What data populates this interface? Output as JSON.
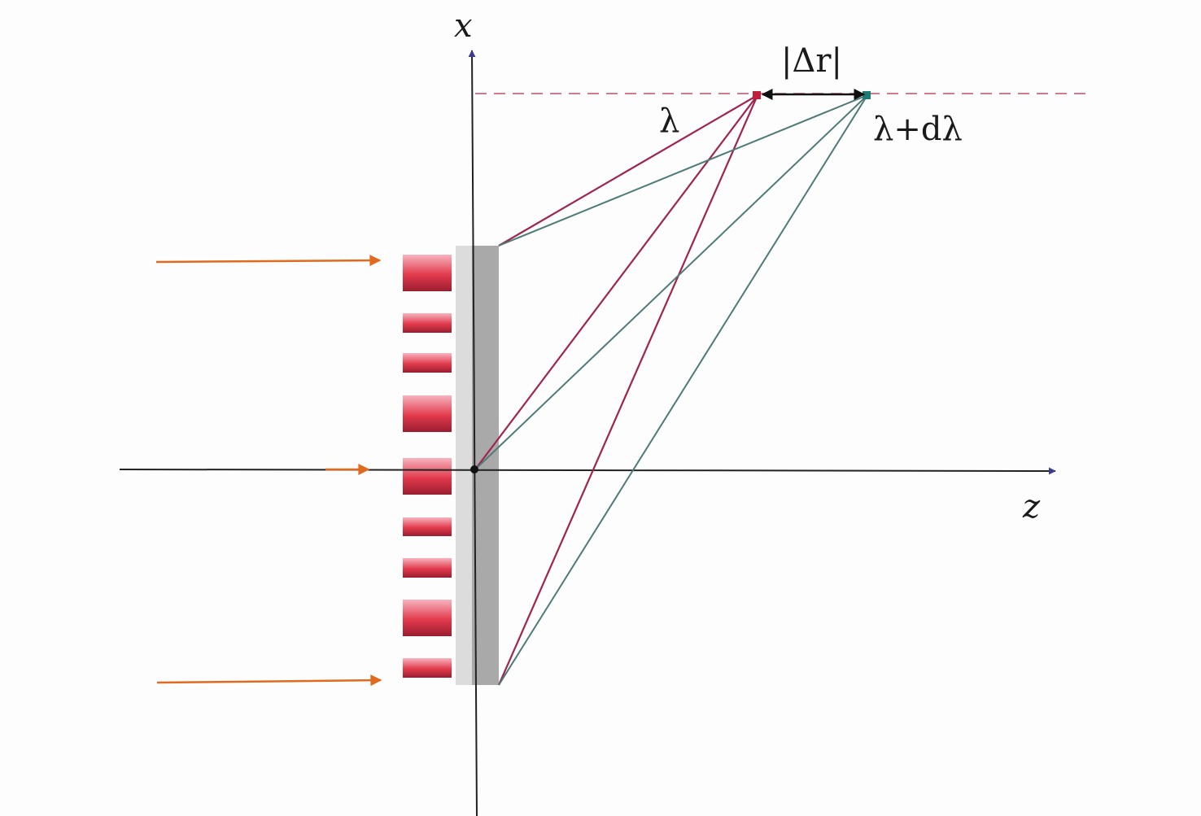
{
  "labels": {
    "x_axis": "x",
    "z_axis": "z",
    "lambda": "λ",
    "lambda_plus": "λ+dλ",
    "delta_r": "|Δr|"
  },
  "colors": {
    "axis": "#222222",
    "axis_arrow": "#3c3c8c",
    "red_ray": "#a0244c",
    "teal_ray": "#4e7b78",
    "orange_arrow": "#e06a1e",
    "dashed_line": "#c0506a",
    "plate_light": "#dcdcdc",
    "plate_dark": "#a9a9a9",
    "focus_red": "#c0213a",
    "focus_teal": "#1f7a74",
    "background": "#fdfdfd"
  },
  "icons": {
    "incoming_beam": "right-arrow",
    "focus_separation": "double-arrow"
  }
}
